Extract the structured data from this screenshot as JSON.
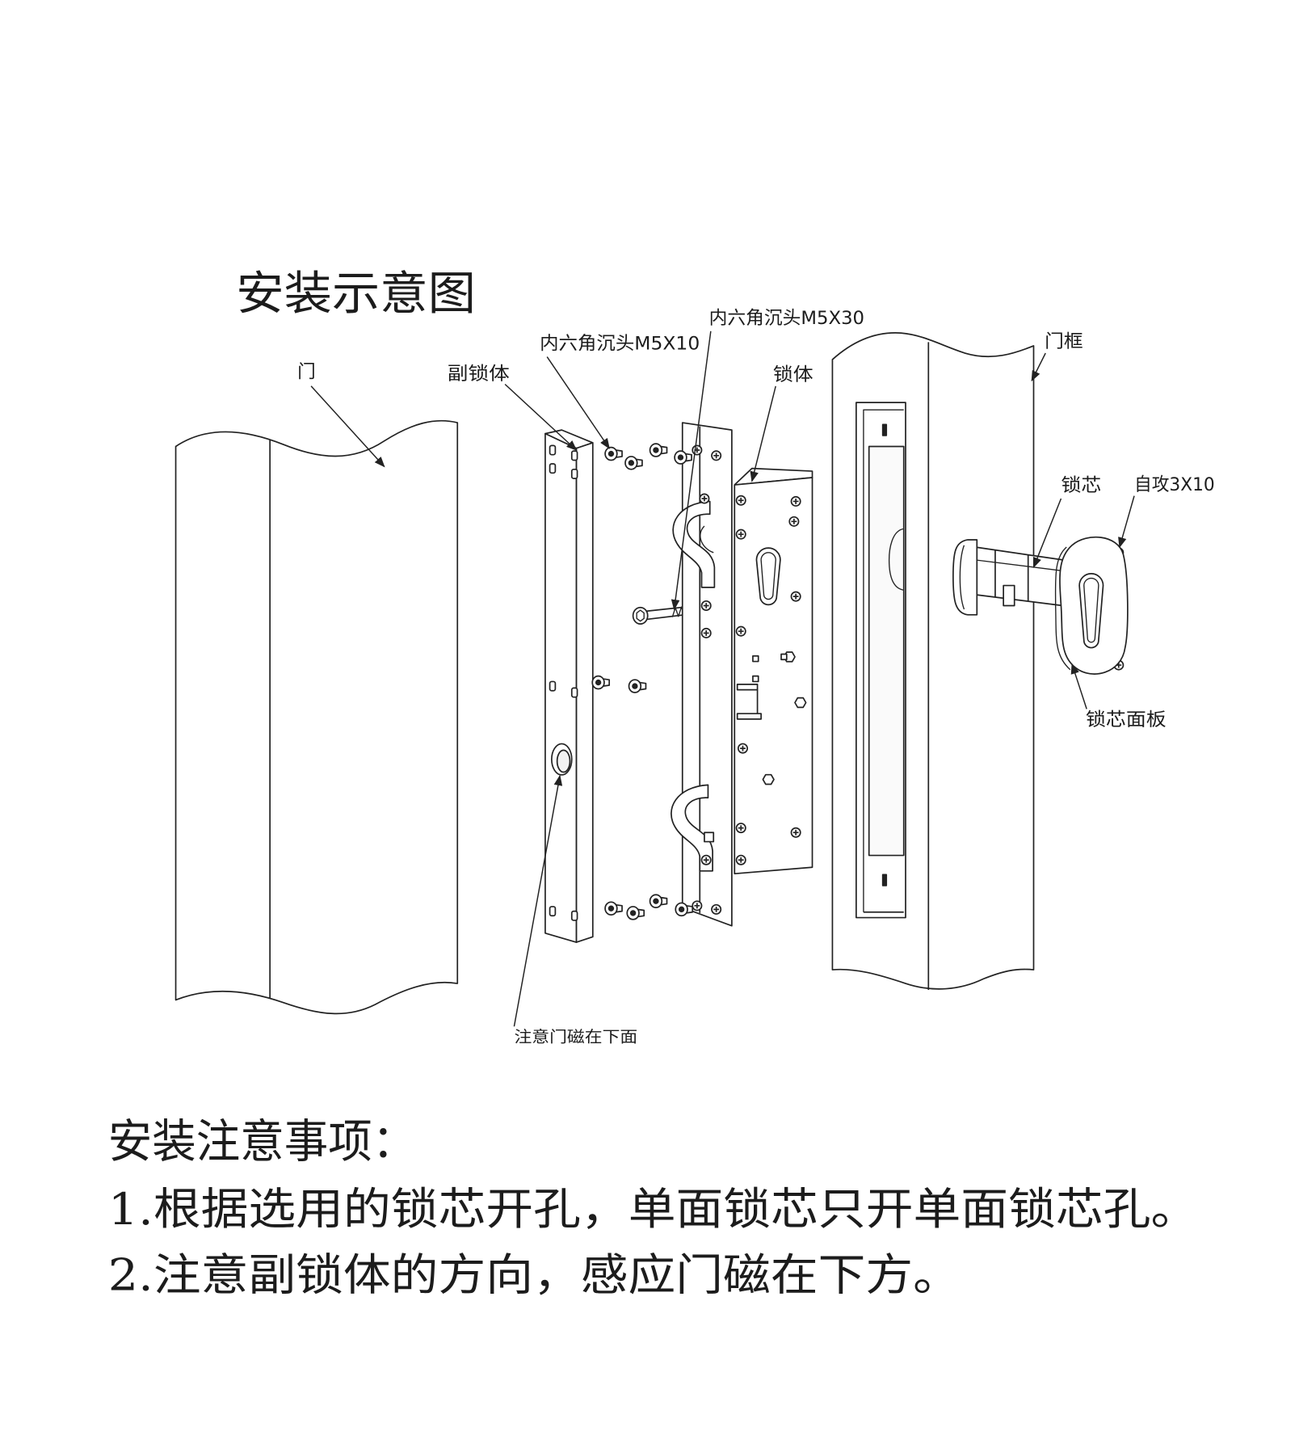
{
  "title": "安装示意图",
  "labels": {
    "door": "门",
    "secondary_lock_body": "副锁体",
    "screw_m5x10": "内六角沉头M5X10",
    "screw_m5x30": "内六角沉头M5X30",
    "lock_body": "锁体",
    "door_frame": "门框",
    "lock_cylinder": "锁芯",
    "self_tapping_screw": "自攻3X10",
    "cylinder_panel": "锁芯面板",
    "door_magnet_note": "注意门磁在下面"
  },
  "notes": {
    "heading": "安装注意事项：",
    "items": [
      "1.根据选用的锁芯开孔，单面锁芯只开单面锁芯孔。",
      "2.注意副锁体的方向，感应门磁在下方。"
    ]
  }
}
